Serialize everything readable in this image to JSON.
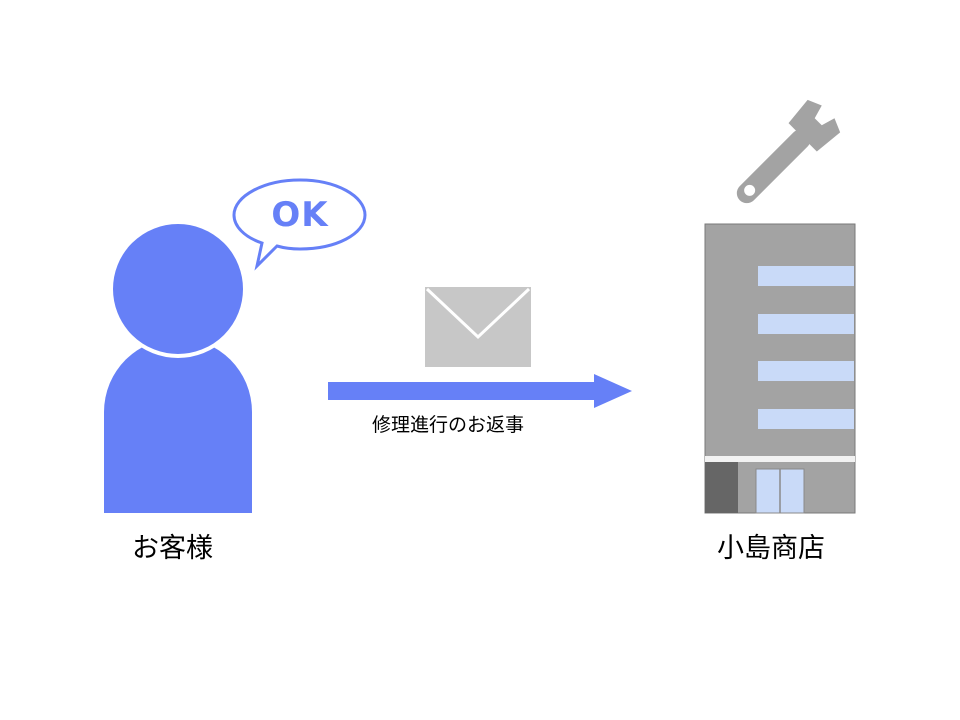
{
  "customer": {
    "label": "お客様",
    "ok_text": "OK"
  },
  "message": {
    "label": "修理進行のお返事"
  },
  "shop": {
    "label": "小島商店"
  },
  "colors": {
    "person": "#6680f7",
    "arrow": "#6680f7",
    "envelope": "#c7c7c7",
    "building": "#a3a3a3",
    "building_door": "#666666",
    "window": "#c9daf8",
    "wrench": "#a3a3a3"
  },
  "icons": [
    "person-icon",
    "speech-bubble-icon",
    "envelope-icon",
    "arrow-right-icon",
    "wrench-icon",
    "building-icon"
  ]
}
